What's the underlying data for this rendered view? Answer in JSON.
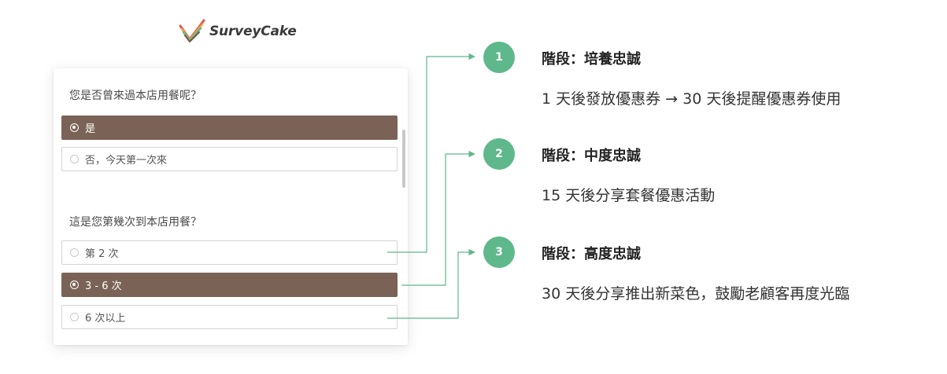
{
  "brand": {
    "name": "SurveyCake"
  },
  "colors": {
    "accent_green": "#5fb88b",
    "selected_brown": "#7a6356",
    "connector": "#5fb88b"
  },
  "survey": {
    "questions": [
      {
        "title": "您是否曾來過本店用餐呢？",
        "options": [
          {
            "label": "是",
            "selected": true
          },
          {
            "label": "否，今天第一次來",
            "selected": false
          }
        ]
      },
      {
        "title": "這是您第幾次到本店用餐？",
        "options": [
          {
            "label": "第 2 次",
            "selected": false
          },
          {
            "label": "3 - 6 次",
            "selected": true
          },
          {
            "label": "6 次以上",
            "selected": false
          }
        ]
      }
    ]
  },
  "stages": [
    {
      "number": "1",
      "title": "階段：培養忠誠",
      "description": "1 天後發放優惠券 → 30 天後提醒優惠券使用"
    },
    {
      "number": "2",
      "title": "階段：中度忠誠",
      "description": "15 天後分享套餐優惠活動"
    },
    {
      "number": "3",
      "title": "階段：高度忠誠",
      "description": "30 天後分享推出新菜色，鼓勵老顧客再度光臨"
    }
  ]
}
